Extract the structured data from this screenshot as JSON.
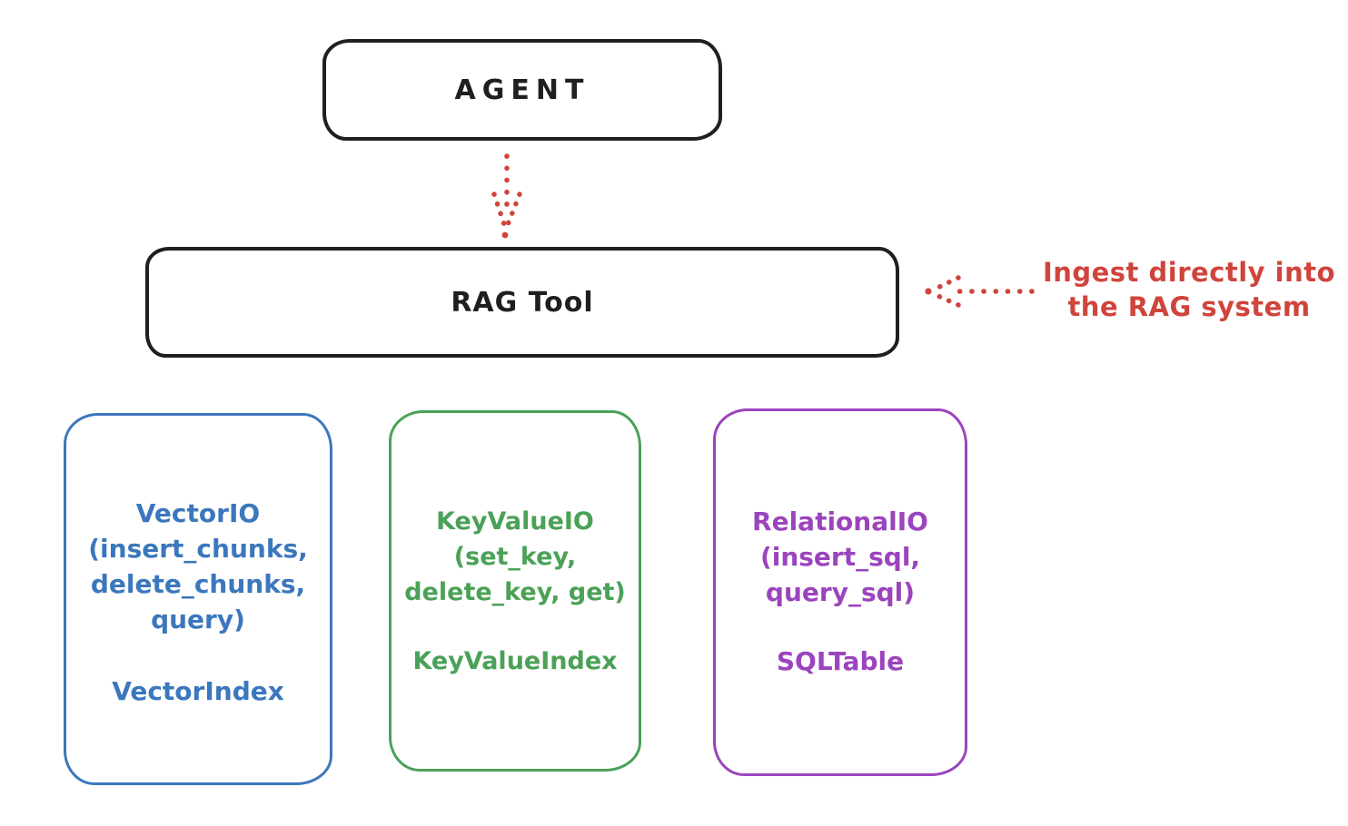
{
  "colors": {
    "ink": "#1f1f1f",
    "red": "#cf443c",
    "blue": "#3b77bc",
    "green": "#4aa157",
    "purple": "#9b44bd",
    "background": "#ffffff"
  },
  "nodes": {
    "agent": {
      "label": "AGENT"
    },
    "rag_tool": {
      "label": "RAG Tool"
    },
    "vector_io": {
      "lines": [
        "VectorIO",
        "(insert_chunks,",
        "delete_chunks,",
        "query)"
      ],
      "index_label": "VectorIndex"
    },
    "key_value_io": {
      "lines": [
        "KeyValueIO",
        "(set_key,",
        "delete_key, get)"
      ],
      "index_label": "KeyValueIndex"
    },
    "relational_io": {
      "lines": [
        "RelationalIO",
        "(insert_sql,",
        "query_sql)"
      ],
      "index_label": "SQLTable"
    }
  },
  "annotation": {
    "lines": [
      "Ingest directly into",
      "the RAG system"
    ]
  }
}
